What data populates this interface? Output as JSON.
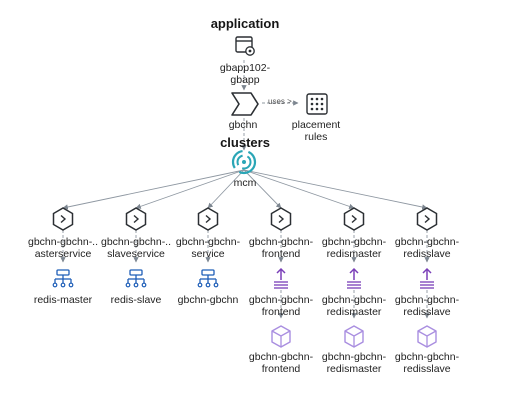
{
  "sections": {
    "application": "application",
    "clusters": "clusters"
  },
  "edge_label": "uses >",
  "nodes": {
    "app": {
      "label1": "gbapp102-",
      "label2": "gbapp"
    },
    "gbchn": {
      "label1": "gbchn"
    },
    "placement": {
      "label1": "placement",
      "label2": "rules"
    },
    "mcm": {
      "label1": "mcm"
    },
    "svc1": {
      "label1": "gbchn-gbchn-..",
      "label2": "asterservice"
    },
    "svc2": {
      "label1": "gbchn-gbchn-..",
      "label2": "slaveservice"
    },
    "svc3": {
      "label1": "gbchn-gbchn-",
      "label2": "service"
    },
    "svc4": {
      "label1": "gbchn-gbchn-",
      "label2": "frontend"
    },
    "svc5": {
      "label1": "gbchn-gbchn-",
      "label2": "redismaster"
    },
    "svc6": {
      "label1": "gbchn-gbchn-",
      "label2": "redisslave"
    },
    "net1": {
      "label1": "redis-master"
    },
    "net2": {
      "label1": "redis-slave"
    },
    "net3": {
      "label1": "gbchn-gbchn"
    },
    "dep4": {
      "label1": "gbchn-gbchn-",
      "label2": "frontend"
    },
    "dep5": {
      "label1": "gbchn-gbchn-",
      "label2": "redismaster"
    },
    "dep6": {
      "label1": "gbchn-gbchn-",
      "label2": "redisslave"
    },
    "pod4": {
      "label1": "gbchn-gbchn-",
      "label2": "frontend"
    },
    "pod5": {
      "label1": "gbchn-gbchn-",
      "label2": "redismaster"
    },
    "pod6": {
      "label1": "gbchn-gbchn-",
      "label2": "redisslave"
    }
  },
  "colors": {
    "icon_dark": "#2b2f33",
    "network_blue": "#1f5fb8",
    "deploy_purple": "#7a3fb8",
    "pod_purple": "#a98ee0",
    "mcm_teal": "#2aa6b6",
    "edge": "#9aa3ad"
  }
}
